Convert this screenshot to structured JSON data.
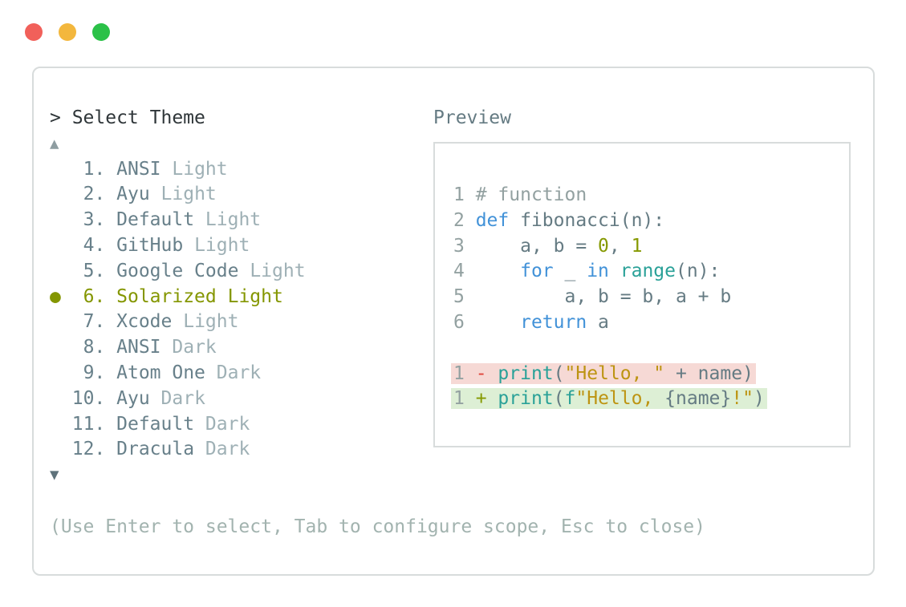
{
  "window_controls": {
    "buttons": [
      {
        "name": "close"
      },
      {
        "name": "minimize"
      },
      {
        "name": "zoom"
      }
    ]
  },
  "prompt": {
    "text": "> Select Theme"
  },
  "theme_list": {
    "scroll_up": "▲",
    "scroll_down": "▼",
    "selected_marker": "●",
    "items": [
      {
        "num": " 1.",
        "name": "ANSI",
        "variant": "Light",
        "selected": false
      },
      {
        "num": " 2.",
        "name": "Ayu",
        "variant": "Light",
        "selected": false
      },
      {
        "num": " 3.",
        "name": "Default",
        "variant": "Light",
        "selected": false
      },
      {
        "num": " 4.",
        "name": "GitHub",
        "variant": "Light",
        "selected": false
      },
      {
        "num": " 5.",
        "name": "Google Code",
        "variant": "Light",
        "selected": false
      },
      {
        "num": " 6.",
        "name": "Solarized",
        "variant": "Light",
        "selected": true
      },
      {
        "num": " 7.",
        "name": "Xcode",
        "variant": "Light",
        "selected": false
      },
      {
        "num": " 8.",
        "name": "ANSI",
        "variant": "Dark",
        "selected": false
      },
      {
        "num": " 9.",
        "name": "Atom One",
        "variant": "Dark",
        "selected": false
      },
      {
        "num": "10.",
        "name": "Ayu",
        "variant": "Dark",
        "selected": false
      },
      {
        "num": "11.",
        "name": "Default",
        "variant": "Dark",
        "selected": false
      },
      {
        "num": "12.",
        "name": "Dracula",
        "variant": "Dark",
        "selected": false
      }
    ]
  },
  "preview": {
    "label": "Preview",
    "lines": [
      {
        "num": "1",
        "segments": [
          {
            "t": "# function",
            "s": "comment"
          }
        ]
      },
      {
        "num": "2",
        "segments": [
          {
            "t": "def",
            "s": "keyword"
          },
          {
            "t": " fibonacci(n):",
            "s": "plain"
          }
        ]
      },
      {
        "num": "3",
        "segments": [
          {
            "t": "    a, b = ",
            "s": "plain"
          },
          {
            "t": "0",
            "s": "number"
          },
          {
            "t": ", ",
            "s": "plain"
          },
          {
            "t": "1",
            "s": "number"
          }
        ]
      },
      {
        "num": "4",
        "segments": [
          {
            "t": "    ",
            "s": "plain"
          },
          {
            "t": "for",
            "s": "keyword"
          },
          {
            "t": " _ ",
            "s": "plain"
          },
          {
            "t": "in",
            "s": "keyword"
          },
          {
            "t": " ",
            "s": "plain"
          },
          {
            "t": "range",
            "s": "function"
          },
          {
            "t": "(n):",
            "s": "plain"
          }
        ]
      },
      {
        "num": "5",
        "segments": [
          {
            "t": "        a, b = b, a + b",
            "s": "plain"
          }
        ]
      },
      {
        "num": "6",
        "segments": [
          {
            "t": "    ",
            "s": "plain"
          },
          {
            "t": "return",
            "s": "keyword"
          },
          {
            "t": " a",
            "s": "plain"
          }
        ]
      },
      {
        "num": "",
        "segments": []
      },
      {
        "num": "1",
        "diff": "removed",
        "segments": [
          {
            "t": "- ",
            "s": "removed-marker"
          },
          {
            "t": "print",
            "s": "function"
          },
          {
            "t": "(",
            "s": "plain"
          },
          {
            "t": "\"Hello, \"",
            "s": "string"
          },
          {
            "t": " + name)",
            "s": "plain"
          }
        ]
      },
      {
        "num": "1",
        "diff": "added",
        "segments": [
          {
            "t": "+ ",
            "s": "added-marker"
          },
          {
            "t": "print",
            "s": "function"
          },
          {
            "t": "(",
            "s": "plain"
          },
          {
            "t": "f",
            "s": "function"
          },
          {
            "t": "\"Hello, ",
            "s": "string"
          },
          {
            "t": "{name}",
            "s": "plain"
          },
          {
            "t": "!\"",
            "s": "string"
          },
          {
            "t": ")",
            "s": "plain"
          }
        ]
      }
    ]
  },
  "footer": {
    "hint": "(Use Enter to select, Tab to configure scope, Esc to close)"
  },
  "colors": {
    "traffic_red": "#f1605a",
    "traffic_yellow": "#f3b73d",
    "traffic_green": "#2bc148",
    "panel_border": "#d8dcdc",
    "prompt_text": "#2f3639",
    "list_primary": "#68808a",
    "list_secondary": "#9eb0b5",
    "selected_accent": "#849600",
    "scroll_up": "#8e9da1",
    "scroll_down": "#5e727b",
    "hint_text": "#a2b3af",
    "preview_label": "#657b83",
    "box_border": "#d8dcdc",
    "code_plain": "#657b83",
    "code_comment": "#93a1a1",
    "code_linenum": "#93a1a1",
    "code_keyword": "#4292d8",
    "code_function": "#2aa198",
    "code_number": "#859900",
    "code_string": "#bd9412",
    "diff_removed_fg": "#df4238",
    "diff_added_fg": "#859900",
    "diff_removed_bg": "#f6d9d5",
    "diff_added_bg": "#ddefd5"
  }
}
